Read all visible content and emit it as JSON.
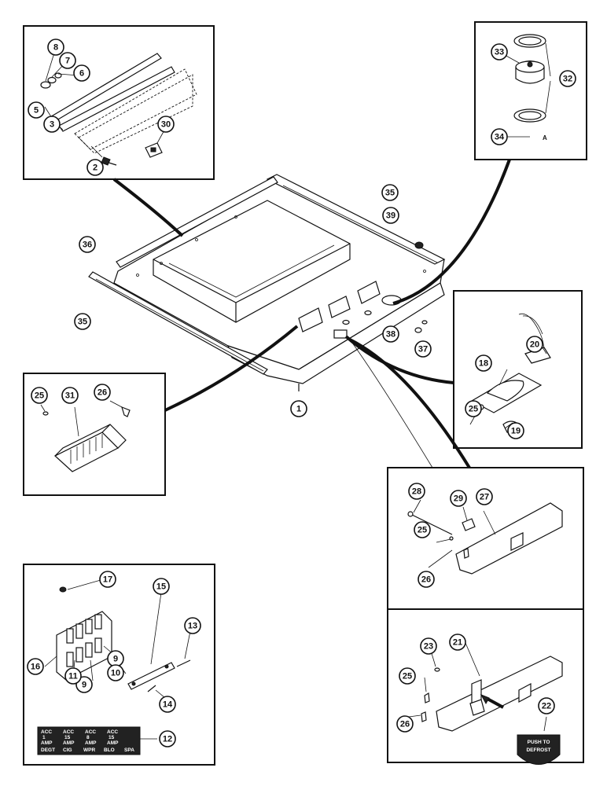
{
  "callouts": [
    "1",
    "2",
    "3",
    "5",
    "6",
    "7",
    "8",
    "9",
    "9",
    "10",
    "11",
    "12",
    "13",
    "14",
    "15",
    "16",
    "17",
    "18",
    "19",
    "20",
    "21",
    "22",
    "23",
    "25",
    "25",
    "25",
    "25",
    "26",
    "26",
    "26",
    "27",
    "28",
    "29",
    "30",
    "31",
    "32",
    "33",
    "34",
    "35",
    "35",
    "36",
    "37",
    "38",
    "39"
  ],
  "detail_letter": "A",
  "decal": {
    "row1": [
      "ACC",
      "ACC",
      "ACC",
      "ACC"
    ],
    "row2": [
      "1",
      "15",
      "8",
      "15"
    ],
    "row3": [
      "AMP",
      "AMP",
      "AMP",
      "AMP"
    ],
    "row4": [
      "DEGT",
      "CIG",
      "WPR",
      "BLO",
      "SPA"
    ]
  },
  "defrost_label": [
    "PUSH TO",
    "DEFROST"
  ]
}
